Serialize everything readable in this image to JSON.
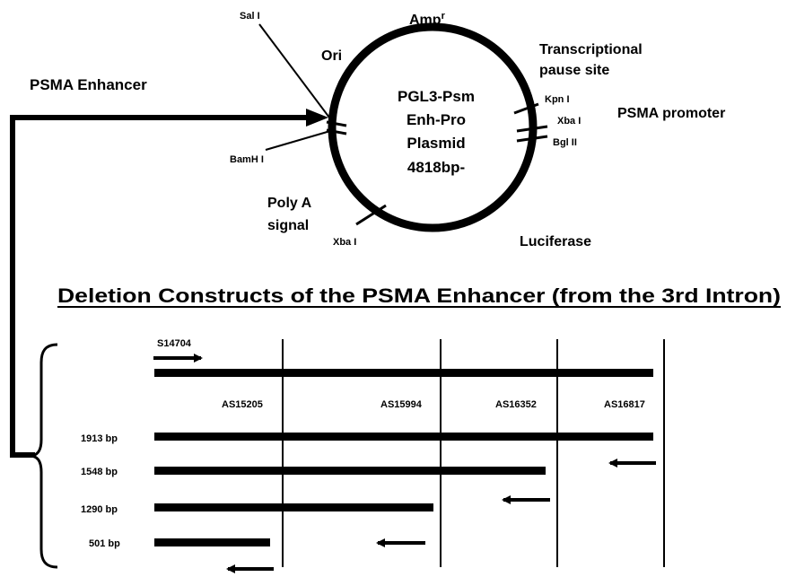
{
  "plasmid": {
    "center_lines": [
      "PGL3-Psm",
      "Enh-Pro",
      "Plasmid",
      "4818bp-"
    ],
    "amp": "Amp",
    "amp_sup": "r",
    "ori": "Ori",
    "transcriptional_pause": [
      "Transcriptional",
      "pause site"
    ],
    "psma_promoter": "PSMA promoter",
    "poly_a": [
      "Poly A",
      "signal"
    ],
    "luciferase": "Luciferase",
    "sites": {
      "sal": "Sal I",
      "bamh": "BamH I",
      "kpn": "Kpn I",
      "xba_right": "Xba I",
      "bgl": "Bgl II",
      "xba_bottom": "Xba I"
    }
  },
  "enhancer_label": "PSMA Enhancer",
  "deletion_title": "Deletion Constructs of the PSMA Enhancer (from the 3rd Intron)",
  "primers": {
    "forward": "S14704",
    "reverse": [
      "AS15205",
      "AS15994",
      "AS16352",
      "AS16817"
    ]
  },
  "constructs": [
    {
      "label": "1913 bp"
    },
    {
      "label": "1548 bp"
    },
    {
      "label": "1290 bp"
    },
    {
      "label": "501 bp"
    }
  ]
}
